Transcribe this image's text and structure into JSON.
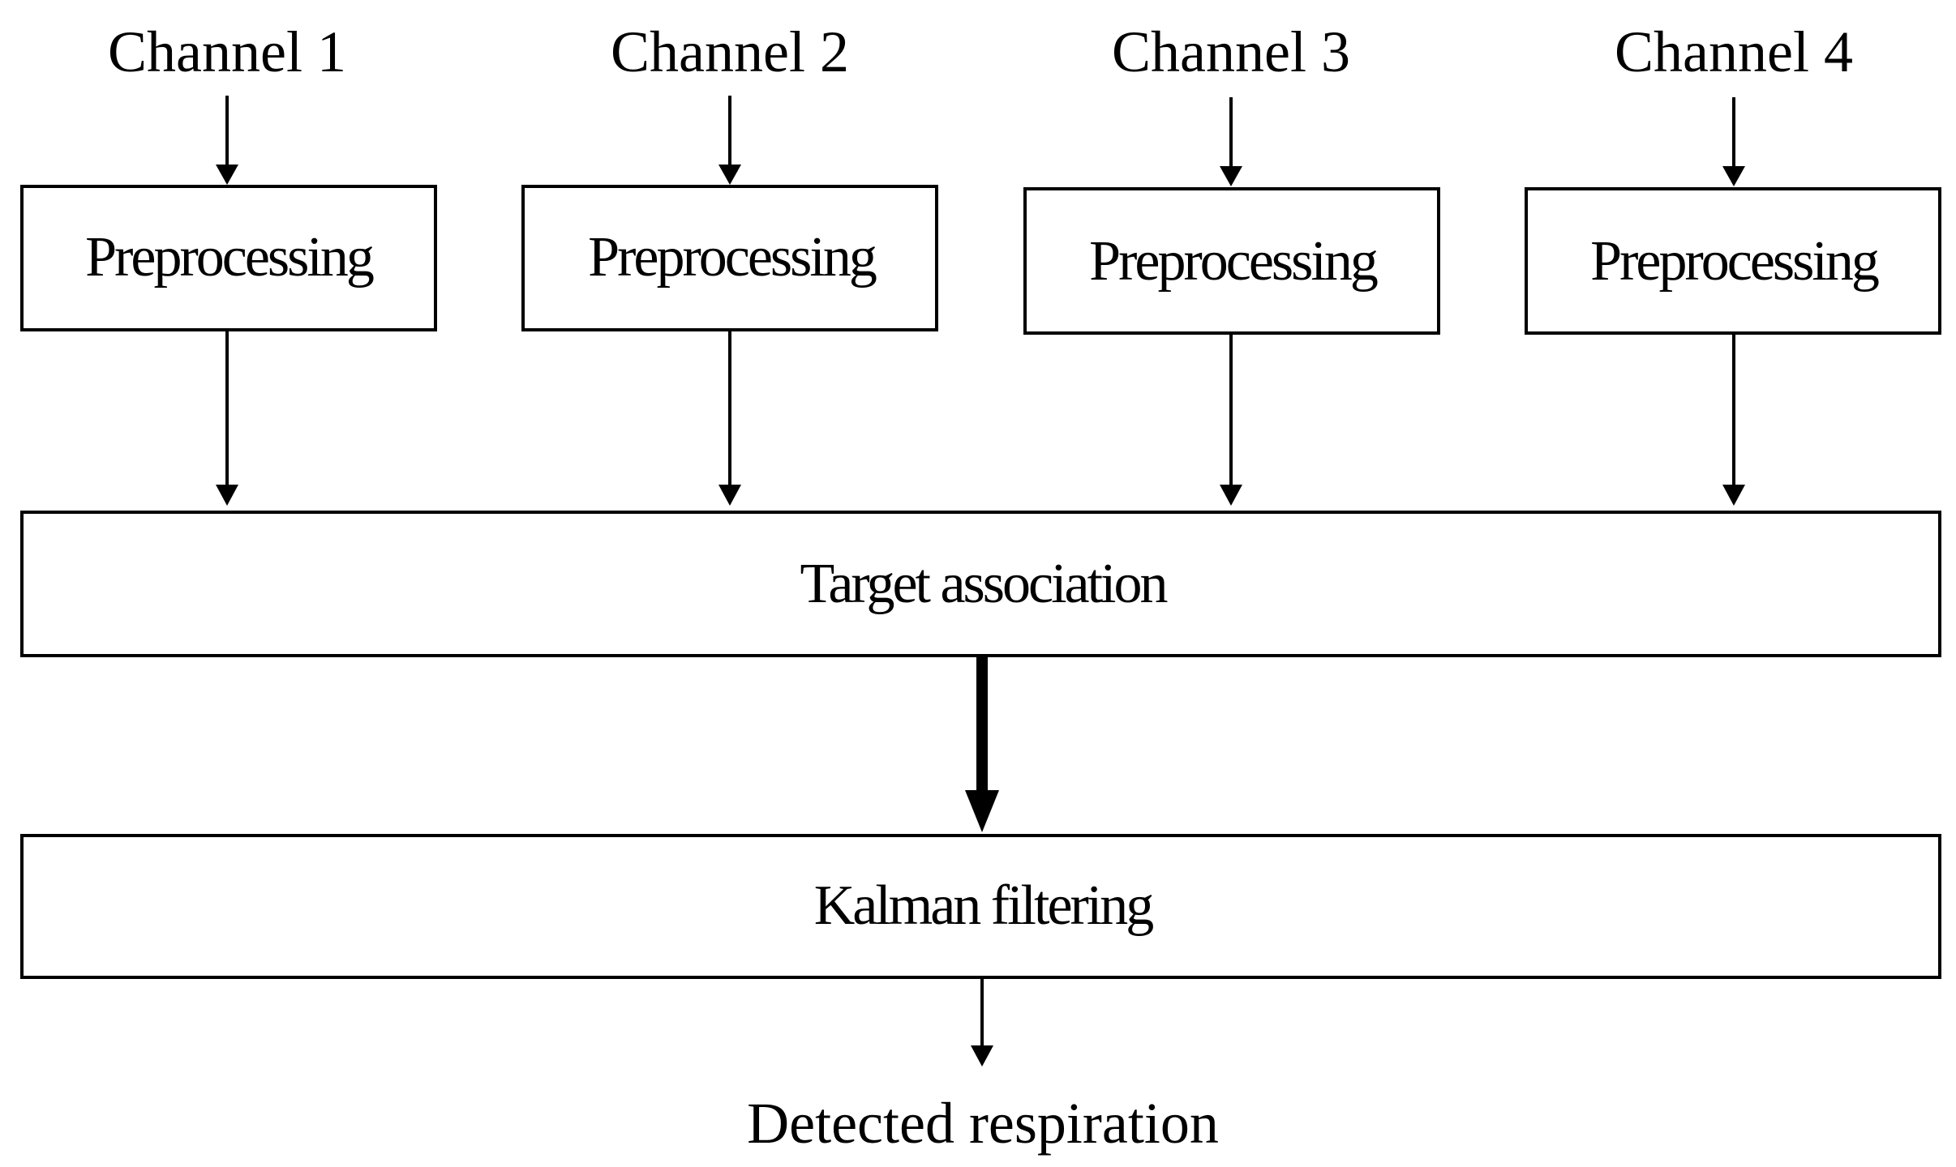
{
  "channels": [
    {
      "label": "Channel 1",
      "box": "Preprocessing"
    },
    {
      "label": "Channel 2",
      "box": "Preprocessing"
    },
    {
      "label": "Channel 3",
      "box": "Preprocessing"
    },
    {
      "label": "Channel 4",
      "box": "Preprocessing"
    }
  ],
  "association": {
    "label": "Target association"
  },
  "filtering": {
    "label": "Kalman filtering"
  },
  "output": {
    "label": "Detected respiration"
  }
}
